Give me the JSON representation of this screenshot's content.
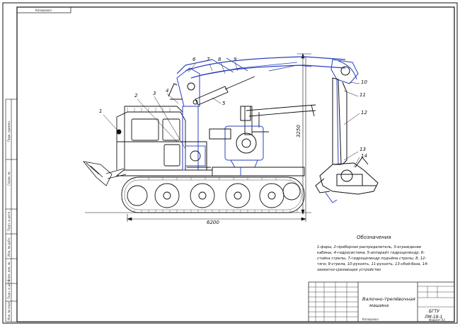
{
  "corner_stamp": "Копировал",
  "callouts": [
    "1",
    "2",
    "3",
    "4",
    "5",
    "6",
    "7",
    "8",
    "9",
    "10",
    "11",
    "12",
    "13",
    "14"
  ],
  "dimensions": {
    "length": "6200",
    "height": "3250"
  },
  "legend": {
    "heading": "Обозначения",
    "text": "1-фары, 2-приборная распределитель, 3-ограждение кабины, 4-гидросистема, 5-аппарайт гидроцилиндр, 6-стойка стрелы, 7-гидроцилиндр подъёма стрелы, 8, 12-тяги, 9-стрела, 10-рукоять, 11-рукоять, 13-сбой-база, 14-захватно-срезающее устройство"
  },
  "title_block": {
    "name_line1": "Валочно-трелёвочная",
    "name_line2": "машина",
    "org": "БГТУ",
    "doc_code": "ЛМ-18-1",
    "bottom_left": "Копировал",
    "bottom_right": "Формат А3"
  },
  "side_strip": [
    "Перв. примен.",
    "Справ. №",
    "Подп. и дата",
    "Инв. № дубл.",
    "Взам. инв. №",
    "Подп. и дата",
    "Инв. № подл."
  ]
}
